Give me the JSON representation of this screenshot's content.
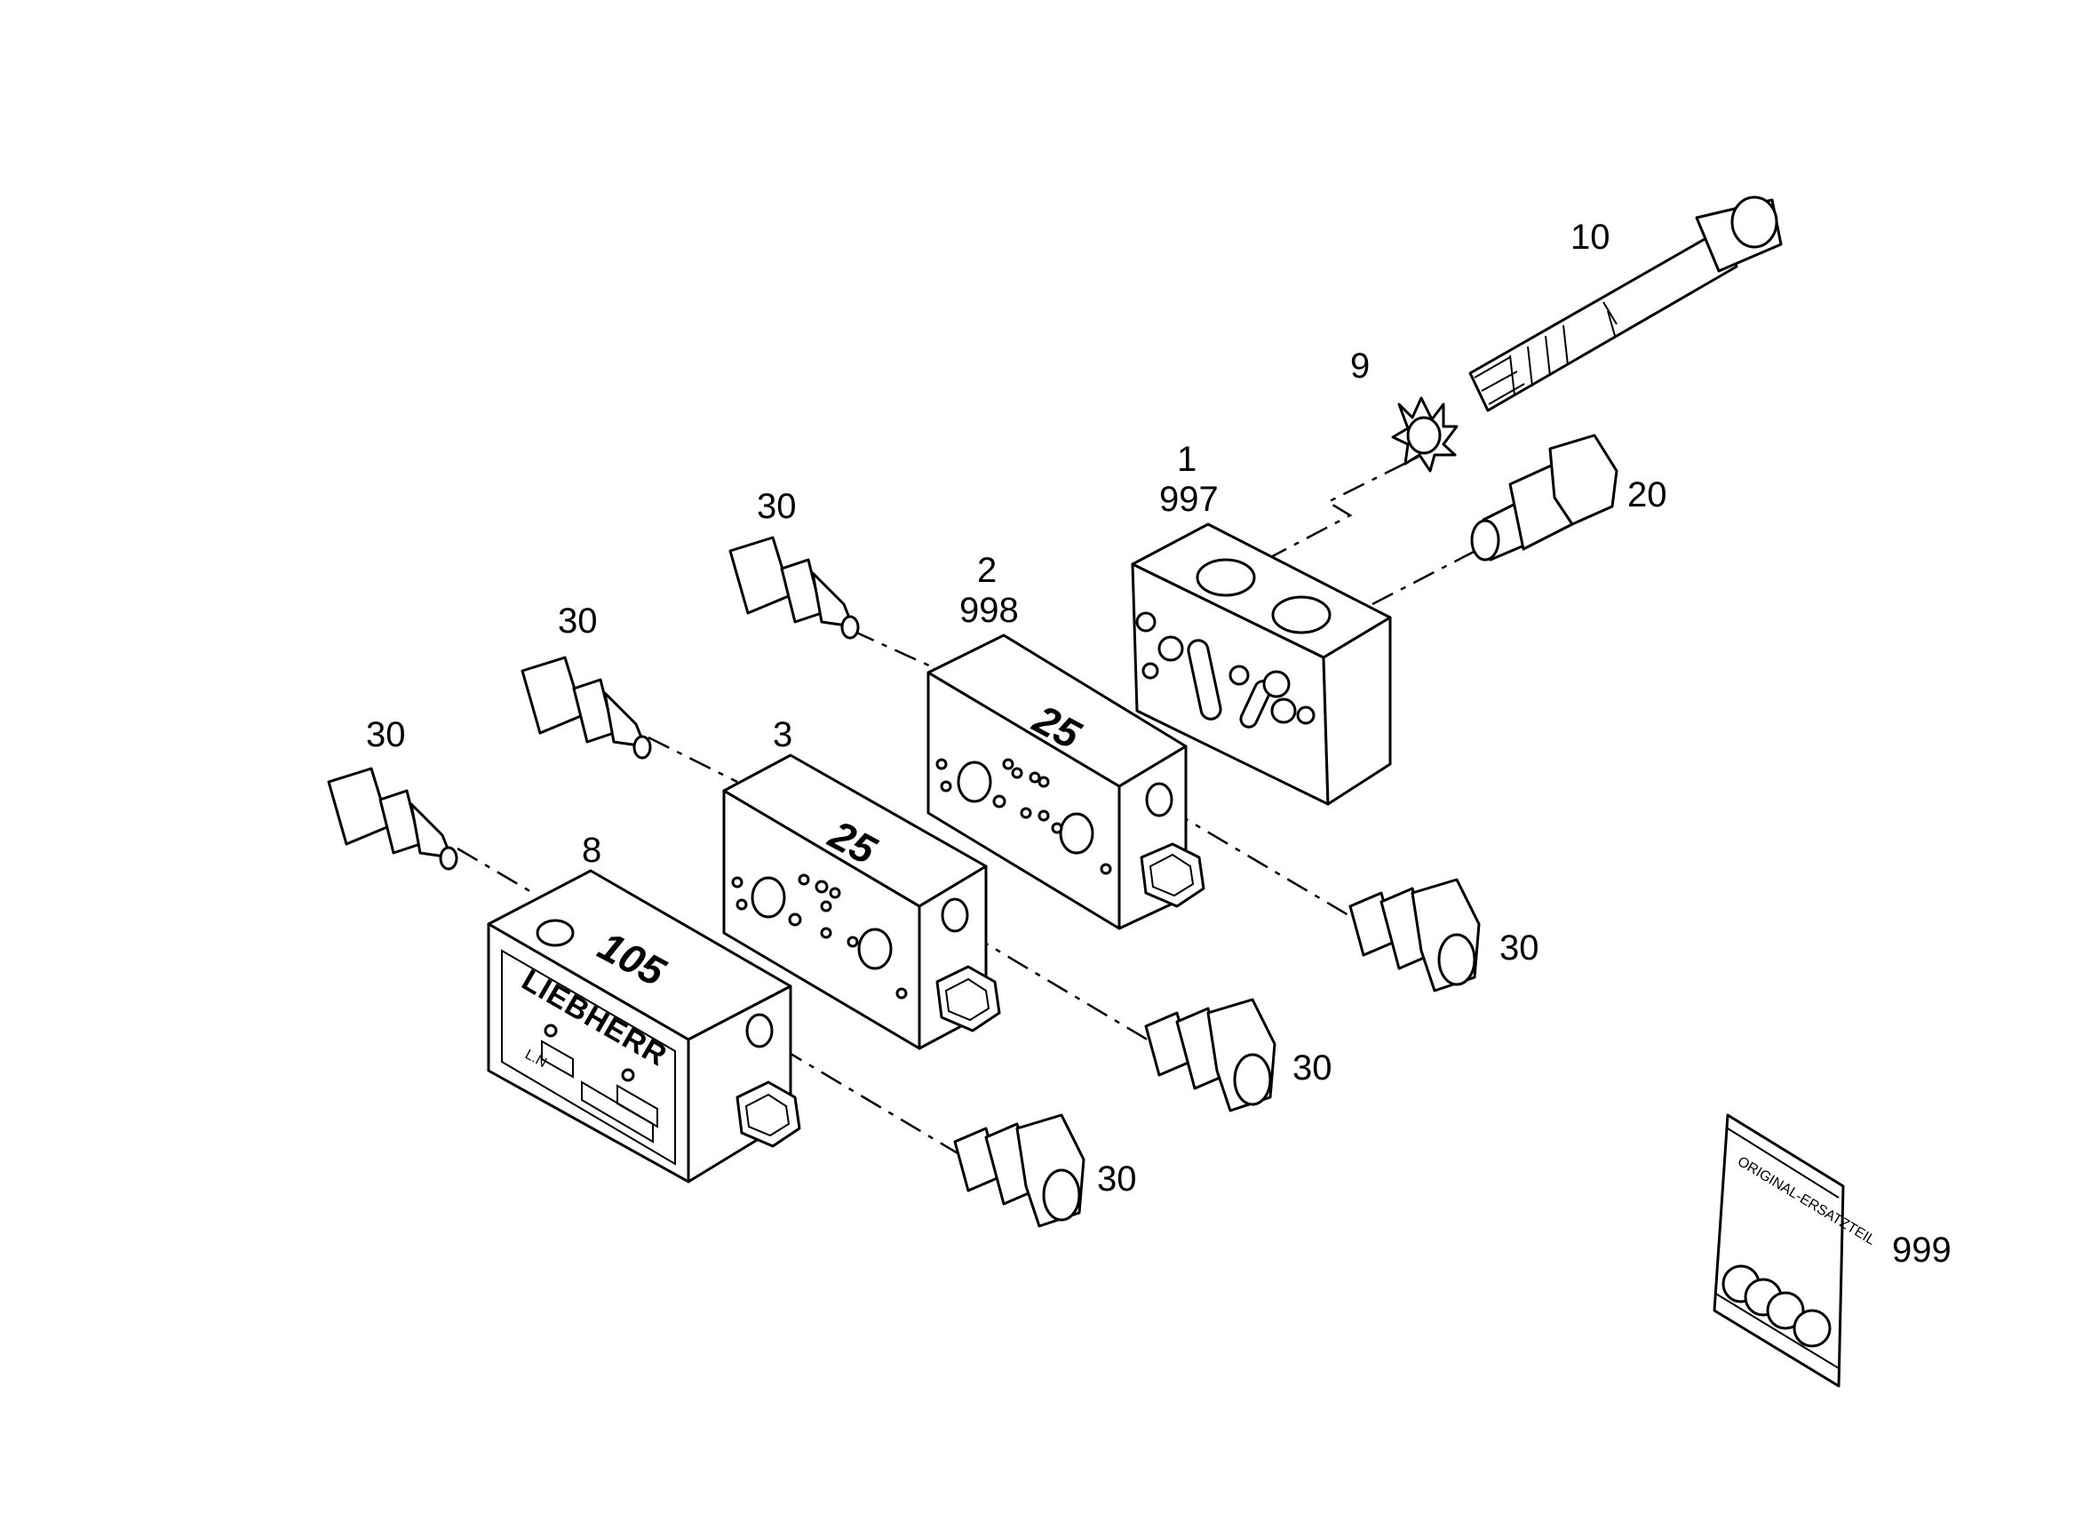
{
  "callouts": {
    "bolt": "10",
    "washer": "9",
    "block1_pos": "1",
    "block1_sub": "997",
    "block2_pos": "2",
    "block2_sub": "998",
    "block3_pos": "3",
    "block8_pos": "8",
    "union_top": "20",
    "fitting_30": "30",
    "seal_kit": "999"
  },
  "faces": {
    "block2_number": "25",
    "block3_number": "25",
    "block8_number": "105",
    "block8_brand": "LIEBHERR",
    "block8_small": "L.N",
    "bag_text": "ORIGINAL-ERSATZTEIL"
  }
}
